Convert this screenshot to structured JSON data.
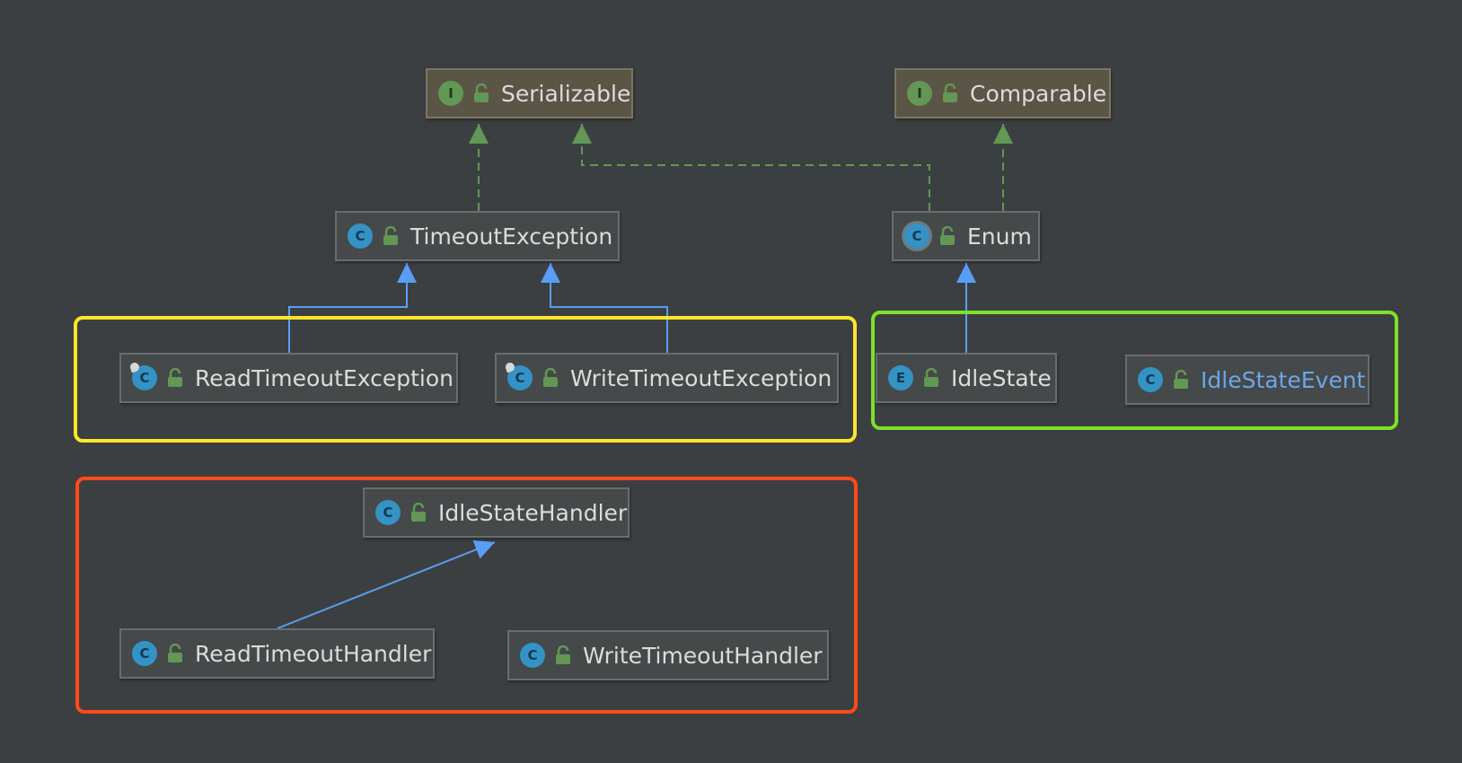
{
  "diagram": {
    "nodes": [
      {
        "id": "serializable",
        "kind": "I",
        "label": "Serializable",
        "style": "interface"
      },
      {
        "id": "comparable",
        "kind": "I",
        "label": "Comparable",
        "style": "interface"
      },
      {
        "id": "timeout-exception",
        "kind": "C",
        "label": "TimeoutException",
        "style": "class"
      },
      {
        "id": "enum",
        "kind": "C",
        "label": "Enum",
        "style": "abstract"
      },
      {
        "id": "read-timeout-exception",
        "kind": "C",
        "label": "ReadTimeoutException",
        "style": "class"
      },
      {
        "id": "write-timeout-exception",
        "kind": "C",
        "label": "WriteTimeoutException",
        "style": "class"
      },
      {
        "id": "idle-state",
        "kind": "E",
        "label": "IdleState",
        "style": "enum"
      },
      {
        "id": "idle-state-event",
        "kind": "C",
        "label": "IdleStateEvent",
        "style": "class-link"
      },
      {
        "id": "idle-state-handler",
        "kind": "C",
        "label": "IdleStateHandler",
        "style": "class"
      },
      {
        "id": "read-timeout-handler",
        "kind": "C",
        "label": "ReadTimeoutHandler",
        "style": "class"
      },
      {
        "id": "write-timeout-handler",
        "kind": "C",
        "label": "WriteTimeoutHandler",
        "style": "class"
      }
    ],
    "edges": [
      {
        "from": "timeout-exception",
        "to": "serializable",
        "type": "implements"
      },
      {
        "from": "enum",
        "to": "serializable",
        "type": "implements"
      },
      {
        "from": "enum",
        "to": "comparable",
        "type": "implements"
      },
      {
        "from": "read-timeout-exception",
        "to": "timeout-exception",
        "type": "extends"
      },
      {
        "from": "write-timeout-exception",
        "to": "timeout-exception",
        "type": "extends"
      },
      {
        "from": "idle-state",
        "to": "enum",
        "type": "extends"
      },
      {
        "from": "read-timeout-handler",
        "to": "idle-state-handler",
        "type": "extends"
      }
    ],
    "groups": [
      {
        "id": "exceptions-group",
        "color": "#ffe62a"
      },
      {
        "id": "state-group",
        "color": "#7ee02a"
      },
      {
        "id": "handlers-group",
        "color": "#ff4a1a"
      }
    ],
    "colors": {
      "background": "#3c3f41",
      "implements_edge": "#629755",
      "extends_edge": "#589df6",
      "interface_fill": "#5b5545",
      "class_fill": "#45494a",
      "link_text": "#6ea6e8"
    }
  }
}
